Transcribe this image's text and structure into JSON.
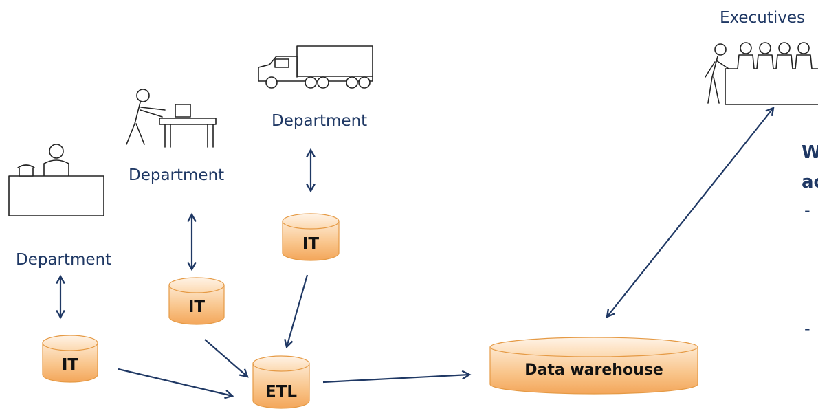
{
  "labels": {
    "executives": "Executives",
    "dept_truck": "Department",
    "dept_worker": "Department",
    "dept_desk": "Department"
  },
  "cylinders": {
    "it_left": "IT",
    "it_mid": "IT",
    "it_top": "IT",
    "etl": "ETL",
    "warehouse": "Data warehouse"
  },
  "side_text": {
    "heading_line1": "W",
    "heading_line2": "ac",
    "bullet1": "-",
    "bullet2": "-"
  },
  "colors": {
    "arrow": "#1f3864",
    "label_text": "#1f3864",
    "cylinder_fill_light": "#fde3c4",
    "cylinder_fill_dark": "#f6b56c",
    "cylinder_stroke": "#e59a45"
  }
}
